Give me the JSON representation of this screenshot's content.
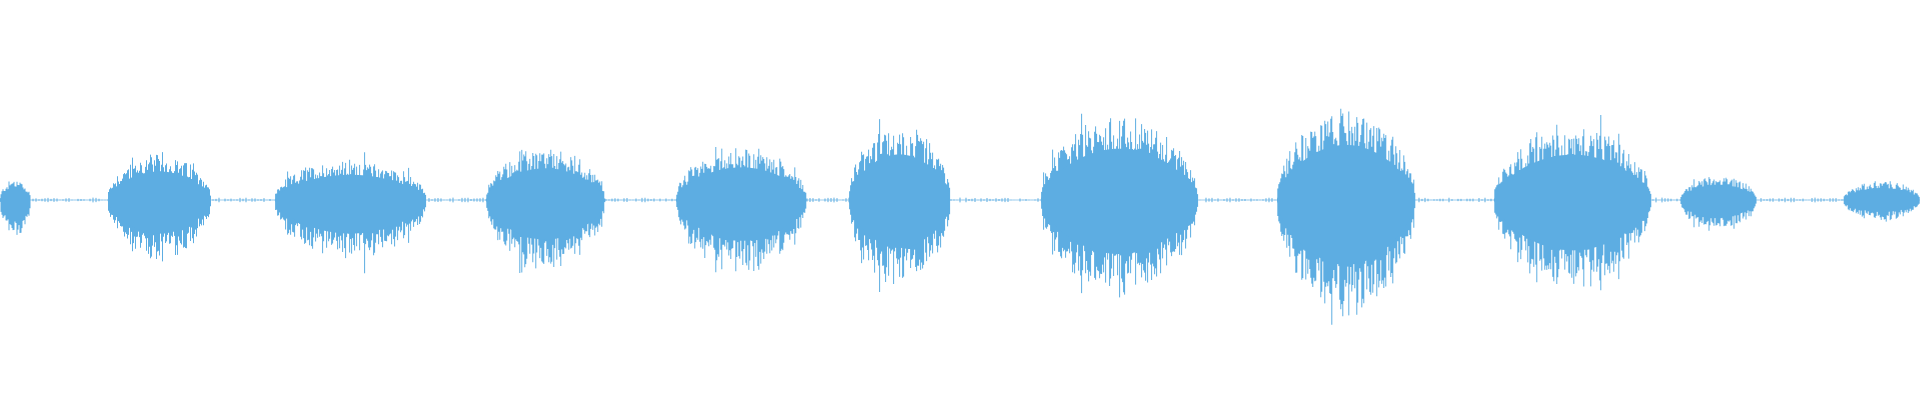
{
  "waveform": {
    "color": "#5dade2",
    "background": "#ffffff",
    "amplitude_scale": "normalized 0-1",
    "segments": [
      {
        "name": "segment-1",
        "start": 0.0,
        "end": 0.016,
        "peak": 0.18,
        "pos_bias": 0.6
      },
      {
        "name": "segment-2",
        "start": 0.056,
        "end": 0.11,
        "peak": 0.28,
        "pos_bias": 0.85
      },
      {
        "name": "segment-3",
        "start": 0.143,
        "end": 0.222,
        "peak": 0.28,
        "pos_bias": 0.75
      },
      {
        "name": "segment-4",
        "start": 0.253,
        "end": 0.315,
        "peak": 0.33,
        "pos_bias": 0.8
      },
      {
        "name": "segment-5",
        "start": 0.352,
        "end": 0.42,
        "peak": 0.34,
        "pos_bias": 0.8
      },
      {
        "name": "segment-6",
        "start": 0.442,
        "end": 0.495,
        "peak": 0.4,
        "pos_bias": 0.95
      },
      {
        "name": "segment-7",
        "start": 0.542,
        "end": 0.624,
        "peak": 0.45,
        "pos_bias": 0.95
      },
      {
        "name": "segment-8",
        "start": 0.665,
        "end": 0.737,
        "peak": 0.54,
        "pos_bias": 0.85
      },
      {
        "name": "segment-9",
        "start": 0.778,
        "end": 0.86,
        "peak": 0.42,
        "pos_bias": 0.9
      },
      {
        "name": "segment-10",
        "start": 0.875,
        "end": 0.915,
        "peak": 0.15,
        "pos_bias": 0.85
      },
      {
        "name": "segment-11",
        "start": 0.96,
        "end": 1.0,
        "peak": 0.1,
        "pos_bias": 1.0
      }
    ],
    "baseline_noise": 0.012
  }
}
